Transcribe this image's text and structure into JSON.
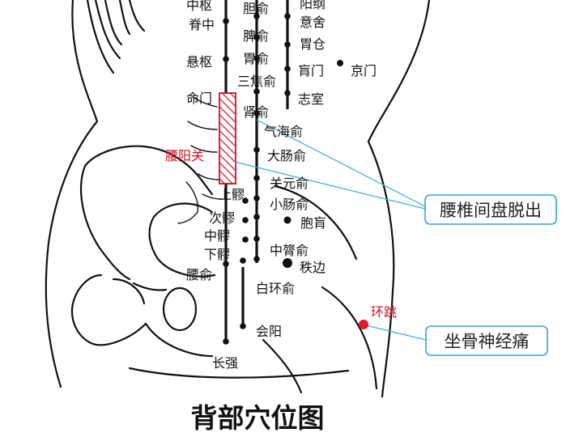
{
  "title": "背部穴位图",
  "colors": {
    "accent": "#2fa7d3",
    "highlight": "#d01020"
  },
  "points": {
    "jizhong": "脊中",
    "xuanshu": "悬枢",
    "mingmen": "命门",
    "yaoyangguan": "腰阳关",
    "danshu": "胆俞",
    "pishu": "脾俞",
    "weishu": "胃俞",
    "sanjiaoshu": "三焦俞",
    "shenshu": "肾俞",
    "qihaishu": "气海俞",
    "dachangshu": "大肠俞",
    "guanyuanshu": "关元俞",
    "xiaochangshu": "小肠俞",
    "pangguangshu": "胞肓",
    "zhonglushu": "中膂俞",
    "zhibian": "秩边",
    "baihuanshu": "白环俞",
    "shangliao": "上髎",
    "ciliao": "次髎",
    "zhongliao": "中髎",
    "xialiao": "下髎",
    "yaoshu": "腰俞",
    "huiyang": "会阳",
    "changqiang": "长强",
    "yangang": "阳纲",
    "yishe": "意舍",
    "weicang": "胃仓",
    "huangmen": "肓门",
    "zhishi": "志室",
    "jingmen": "京门",
    "zhongshu": "中枢",
    "huantiao": "环跳"
  },
  "callouts": {
    "lumbar": "腰椎间盘脱出",
    "sciatica": "坐骨神经痛"
  }
}
